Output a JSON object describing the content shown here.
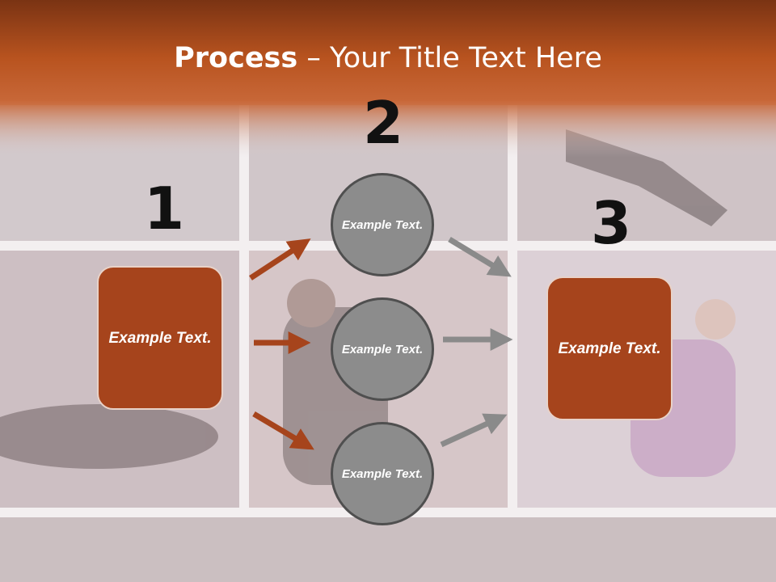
{
  "slide": {
    "title_bold": "Process",
    "title_rest": " – Your Title Text Here",
    "steps": [
      "1",
      "2",
      "3"
    ],
    "left_box": "Example Text.",
    "right_box": "Example Text.",
    "circles": [
      "Example Text.",
      "Example Text.",
      "Example Text."
    ]
  },
  "colors": {
    "accent": "#a6441c",
    "circle_fill": "#8c8c8c",
    "circle_border": "#4f4f4f",
    "header": "#b5511f",
    "gray_arrow": "#8a8a8a"
  },
  "icons": [
    "arrow-right-icon"
  ]
}
